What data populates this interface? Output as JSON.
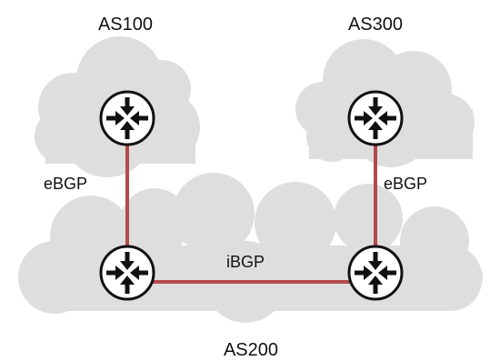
{
  "autonomous_systems": [
    {
      "id": "as100",
      "label": "AS100"
    },
    {
      "id": "as300",
      "label": "AS300"
    },
    {
      "id": "as200",
      "label": "AS200"
    }
  ],
  "links": [
    {
      "id": "as100-to-as200",
      "label": "eBGP"
    },
    {
      "id": "as300-to-as200",
      "label": "eBGP"
    },
    {
      "id": "as200-internal",
      "label": "iBGP"
    }
  ],
  "colors": {
    "cloud": "#dedede",
    "link": "#b34a4a",
    "router_fill": "#ffffff",
    "router_stroke": "#111111"
  }
}
